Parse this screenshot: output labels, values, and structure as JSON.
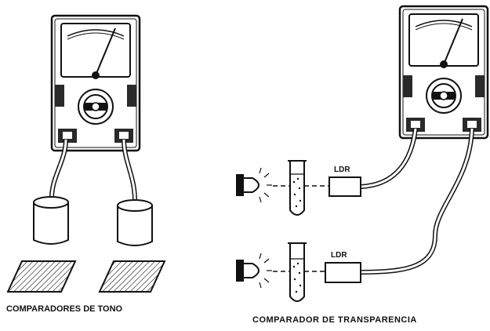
{
  "captions": {
    "left": "COMPARADORES DE TONO",
    "right": "COMPARADOR DE TRANSPARENCIA"
  },
  "labels": {
    "ldr_top": "LDR",
    "ldr_bottom": "LDR"
  },
  "colors": {
    "ink": "#111111",
    "paper": "#ffffff",
    "meter_shade": "#2a2a2a"
  }
}
